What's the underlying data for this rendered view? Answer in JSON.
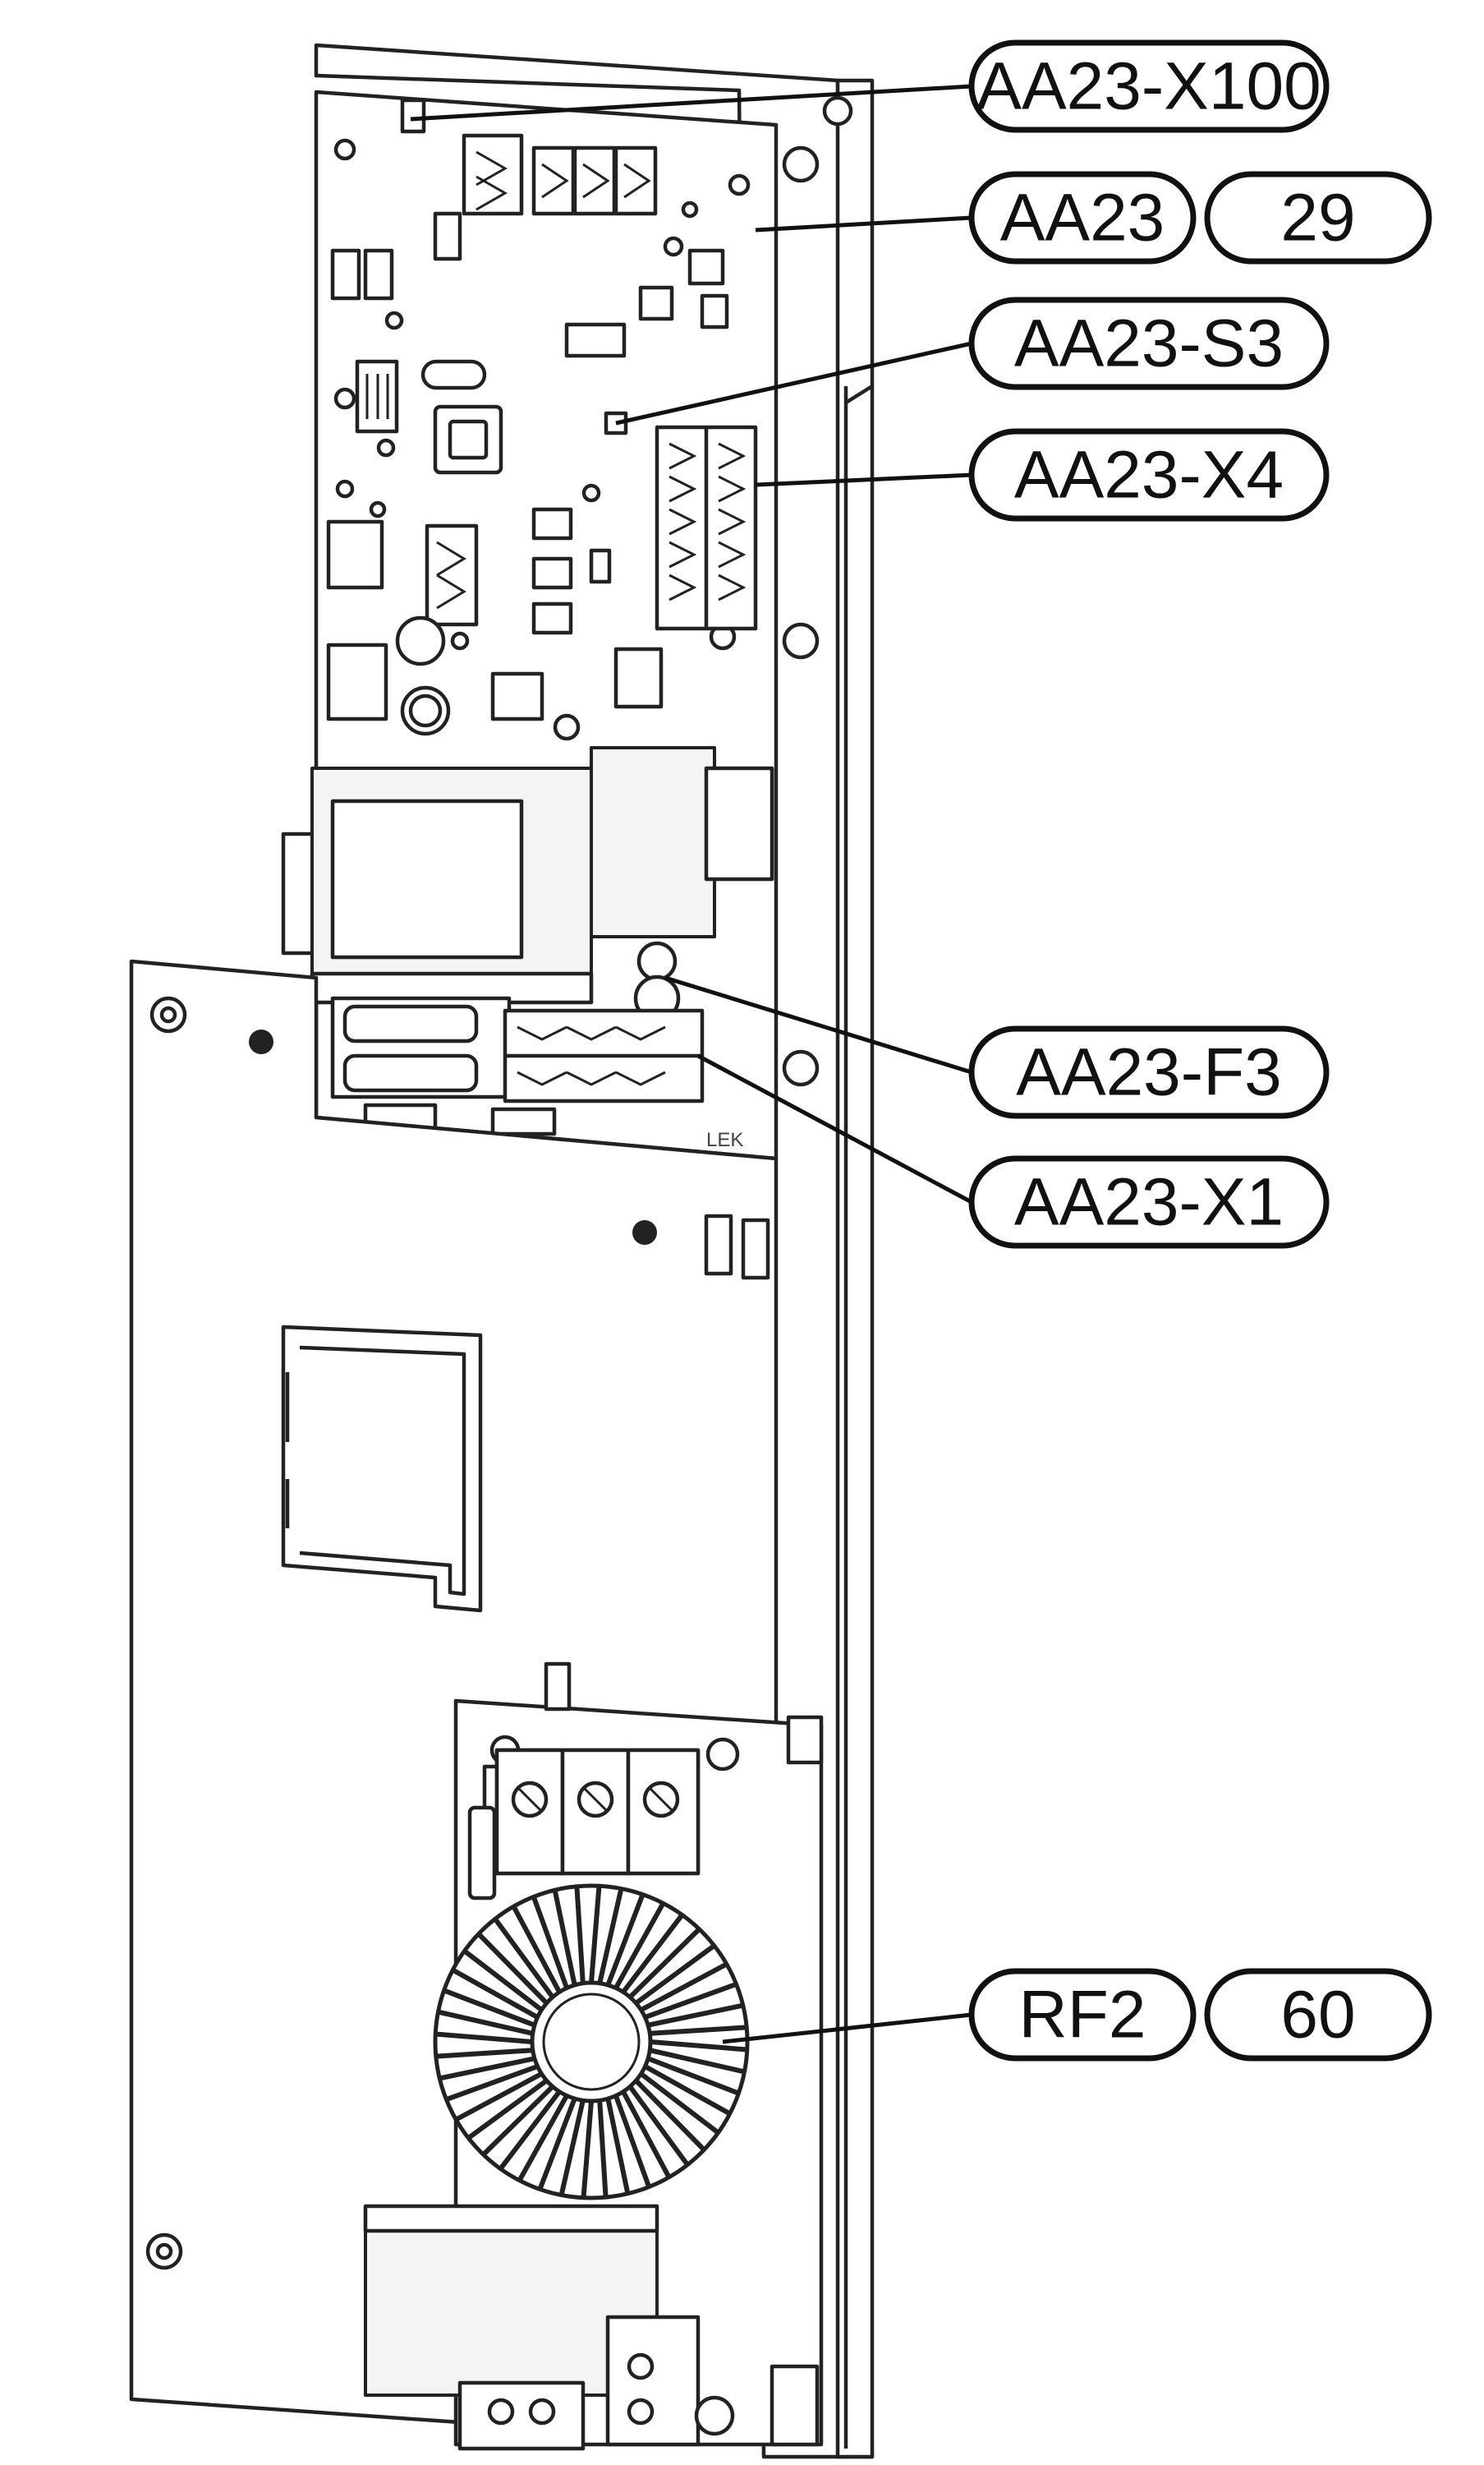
{
  "callouts": {
    "aa23_x100": "AA23-X100",
    "aa23": "AA23",
    "aa23_ref": "29",
    "aa23_s3": "AA23-S3",
    "aa23_x4": "AA23-X4",
    "aa23_f3": "AA23-F3",
    "aa23_x1": "AA23-X1",
    "rf2": "RF2",
    "rf2_ref": "60"
  },
  "board_marking": "LEK"
}
